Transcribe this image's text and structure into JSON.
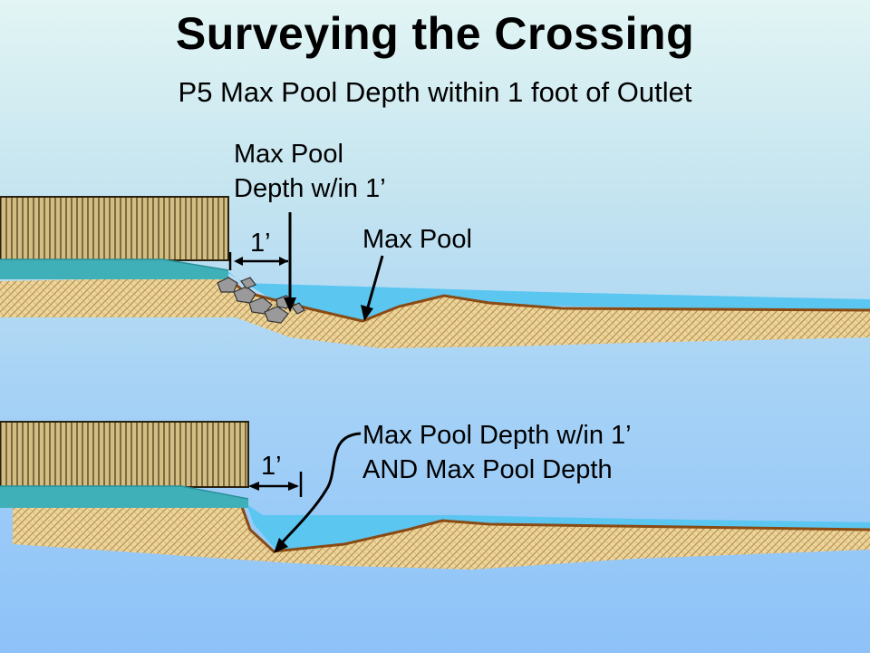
{
  "title": "Surveying the Crossing",
  "subtitle": "P5 Max Pool Depth within 1 foot of Outlet",
  "top_panel": {
    "label_max_pool_depth_line1": "Max Pool",
    "label_max_pool_depth_line2": "Depth w/in 1’",
    "label_max_pool": "Max Pool",
    "dimension_label": "1’"
  },
  "bottom_panel": {
    "label_line1": "Max Pool Depth w/in 1’",
    "label_line2": "AND Max Pool Depth",
    "dimension_label": "1’"
  },
  "colors": {
    "culvert_fill": "#cdb87a",
    "culvert_stripe": "#5a4a22",
    "water": "#5bc6f0",
    "culvert_water": "#3fb0b8",
    "streambed": "#e8cd8f",
    "streambed_edge": "#8a4a14",
    "rock": "#9a9a9a"
  }
}
